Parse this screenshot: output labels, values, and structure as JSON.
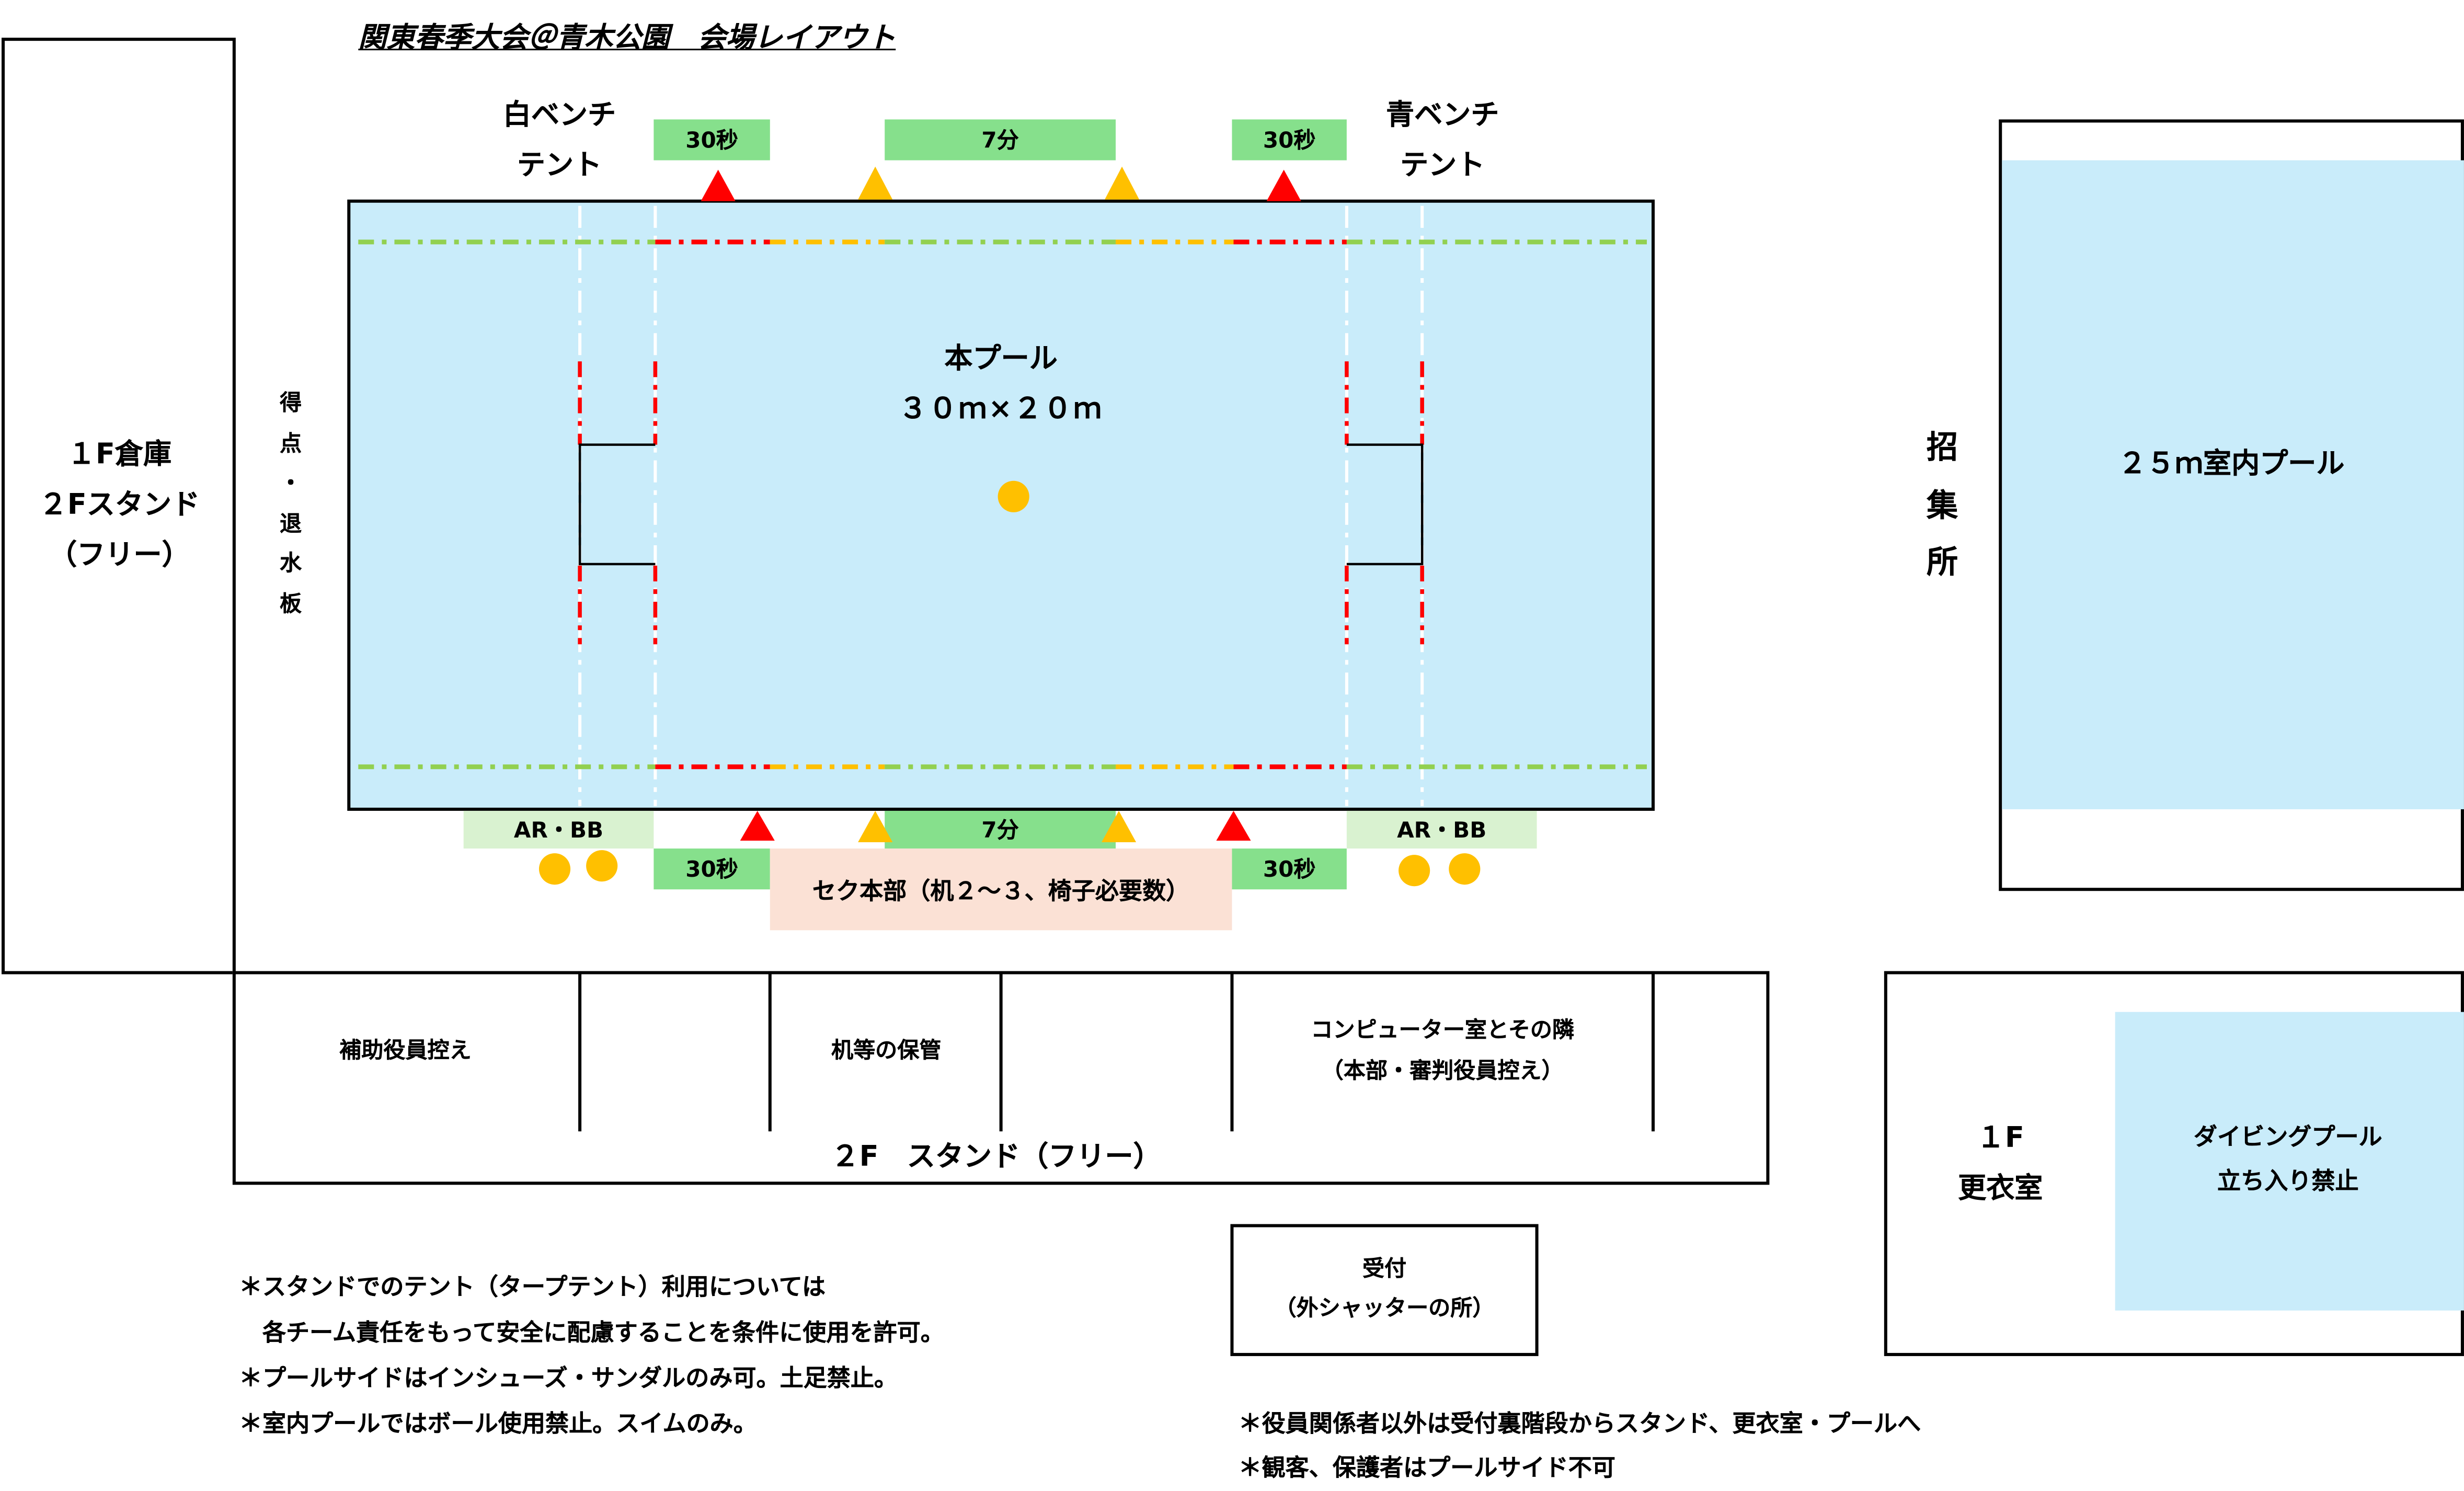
{
  "title": "関東春季大会＠青木公園　会場レイアウト",
  "left_building": [
    "１F倉庫",
    "２Fスタンド",
    "（フリー）"
  ],
  "scoreboard_label": [
    "得",
    "点",
    "・",
    "退",
    "水",
    "板"
  ],
  "white_bench": [
    "白ベンチ",
    "テント"
  ],
  "blue_bench": [
    "青ベンチ",
    "テント"
  ],
  "timers": {
    "thirty_sec": "30秒",
    "seven_min": "7分"
  },
  "main_pool": {
    "name": "本プール",
    "size": "３０ｍ×２０ｍ"
  },
  "ar_bb": "AR・BB",
  "secretariat": "セク本部（机２～３、椅子必要数）",
  "stand_rooms": {
    "assistant": "補助役員控え",
    "storage": "机等の保管",
    "computer": [
      "コンピューター室とその隣",
      "（本部・審判役員控え）"
    ],
    "stand": "２F　スタンド（フリー）"
  },
  "call_area": [
    "招",
    "集",
    "所"
  ],
  "indoor_pool": "２５ｍ室内プール",
  "locker": [
    "１F",
    "更衣室"
  ],
  "diving_pool": [
    "ダイビングプール",
    "立ち入り禁止"
  ],
  "reception": [
    "受付",
    "（外シャッターの所）"
  ],
  "notes_left": [
    "＊スタンドでのテント（タープテント）利用については",
    "　各チーム責任をもって安全に配慮することを条件に使用を許可。",
    "＊プールサイドはインシューズ・サンダルのみ可。土足禁止。",
    "＊室内プールではボール使用禁止。スイムのみ。"
  ],
  "notes_right": [
    "＊役員関係者以外は受付裏階段からスタンド、更衣室・プールへ",
    "＊観客、保護者はプールサイド不可"
  ],
  "colors": {
    "water": "#c9ecfa",
    "timer": "#86e08c",
    "ar_bb": "#d9f2d0",
    "secretariat": "#fbe1d5",
    "red": "#ff0000",
    "orange": "#ffc000",
    "lane_green": "#92d050"
  }
}
